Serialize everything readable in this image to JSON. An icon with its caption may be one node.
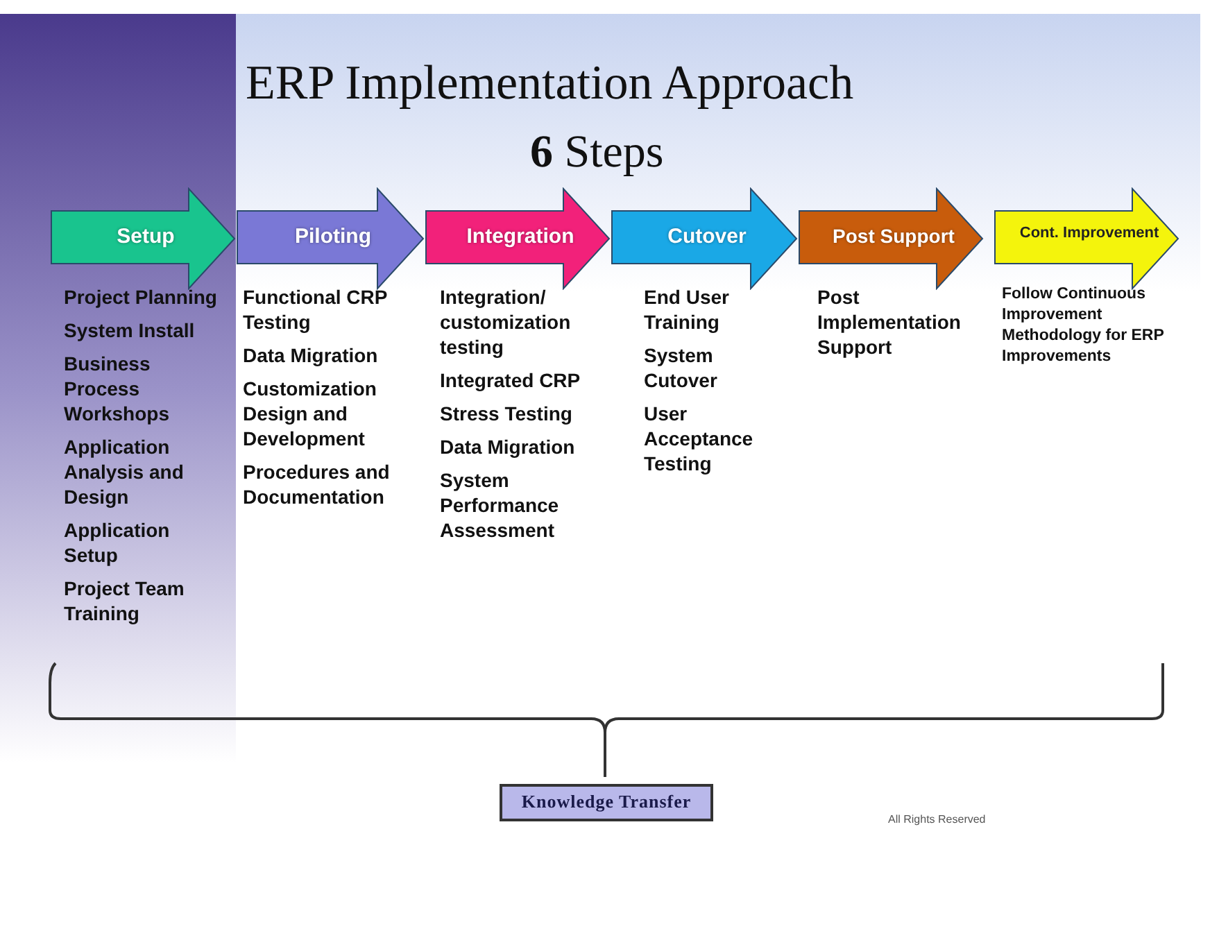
{
  "diagram": {
    "title": "ERP Implementation Approach",
    "caption": "**6** Steps",
    "nodes": [
      {
        "text": [
          "Setup"
        ],
        "beside": [
          "Project Planning",
          "System Install",
          "Business Process Workshops",
          "Application Analysis and Design",
          "Application Setup",
          "Project Team Training"
        ]
      },
      {
        "text": [
          "Piloting"
        ],
        "beside": [
          "Functional CRP Testing",
          "Data Migration",
          "Customization Design and Development",
          "Procedures and Documentation"
        ]
      },
      {
        "text": [
          "Integration"
        ],
        "beside": [
          "Integration/ customization testing",
          "Integrated CRP",
          "Stress Testing",
          "Data Migration",
          "System Performance Assessment"
        ]
      },
      {
        "text": [
          "Cutover"
        ],
        "beside": [
          "End User Training",
          "System Cutover",
          "User Acceptance Testing"
        ]
      },
      {
        "text": [
          "Post Support"
        ],
        "beside": [
          "Post Implementation Support"
        ]
      },
      {
        "text": [
          "Cont. Improvement"
        ],
        "beside": [
          "Follow Continuous Improvement Methodology for ERP Improvements"
        ]
      },
      {
        "text": [
          "Knowledge Transfer"
        ]
      }
    ],
    "labels": [
      "All Rights Reserved"
    ]
  }
}
